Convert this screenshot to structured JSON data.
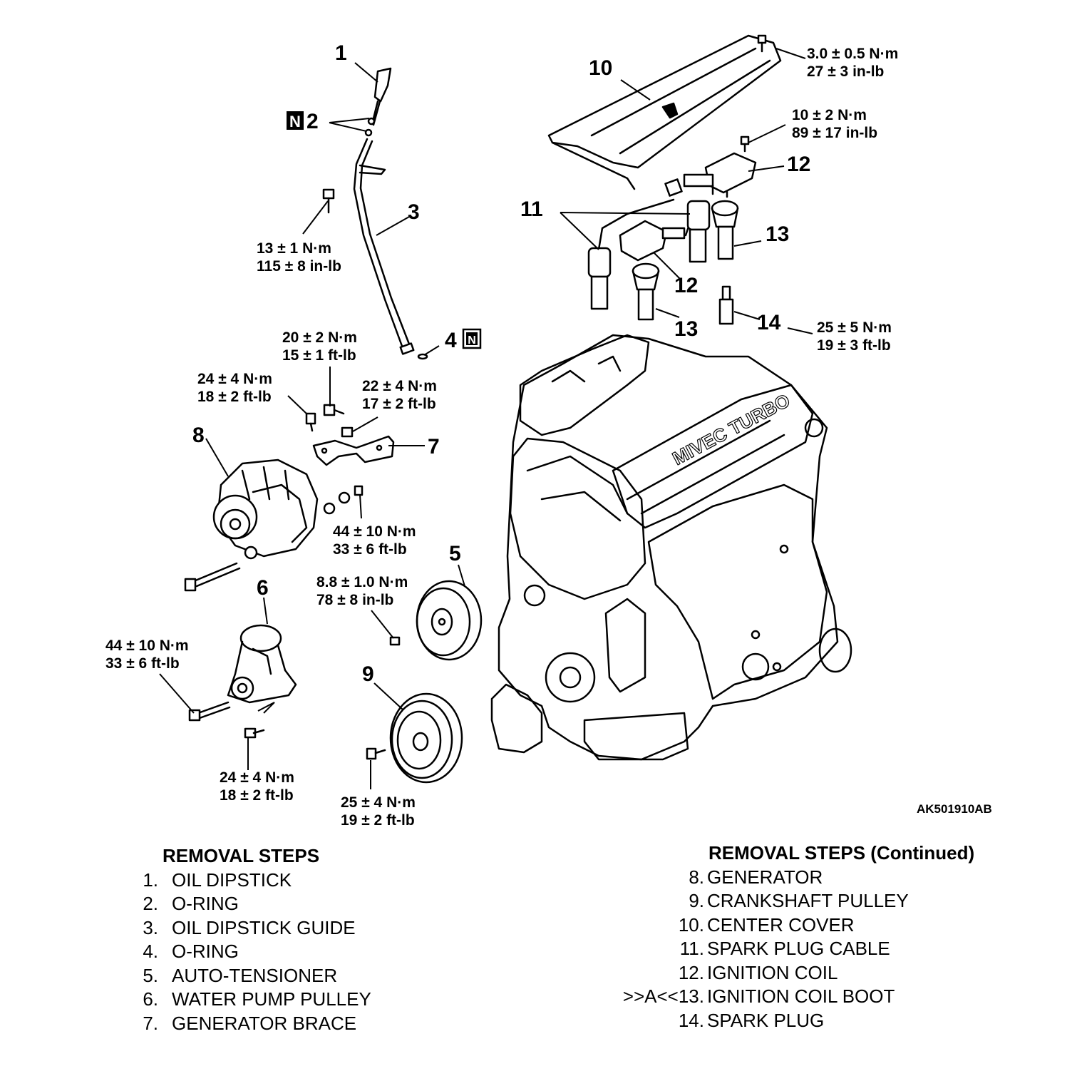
{
  "callouts": {
    "c1": "1",
    "c2": "2",
    "c3": "3",
    "c4": "4",
    "c5": "5",
    "c6": "6",
    "c7": "7",
    "c8": "8",
    "c9": "9",
    "c10": "10",
    "c11": "11",
    "c12a": "12",
    "c12b": "12",
    "c13a": "13",
    "c13b": "13",
    "c14": "14",
    "n_mark": "N"
  },
  "torques": {
    "t_cover": [
      "3.0 ± 0.5 N·m",
      "27 ± 3 in-lb"
    ],
    "t_coil": [
      "10 ± 2 N·m",
      "89 ± 17 in-lb"
    ],
    "t_guide": [
      "13 ± 1 N·m",
      "115 ± 8 in-lb"
    ],
    "t_plug": [
      "25 ± 5 N·m",
      "19 ± 3 ft-lb"
    ],
    "t_brace_top": [
      "20 ± 2 N·m",
      "15 ± 1 ft-lb"
    ],
    "t_brace_left": [
      "24 ± 4 N·m",
      "18 ± 2 ft-lb"
    ],
    "t_brace_right": [
      "22 ± 4 N·m",
      "17 ± 2 ft-lb"
    ],
    "t_gen_nut": [
      "44 ± 10 N·m",
      "33 ± 6 ft-lb"
    ],
    "t_pump": [
      "8.8 ± 1.0 N·m",
      "78 ± 8 in-lb"
    ],
    "t_tens_left": [
      "44 ± 10 N·m",
      "33 ± 6 ft-lb"
    ],
    "t_tens_bottom": [
      "24 ± 4 N·m",
      "18 ± 2 ft-lb"
    ],
    "t_crank": [
      "25 ± 4 N·m",
      "19 ± 2 ft-lb"
    ]
  },
  "figure_id": "AK501910AB",
  "engine_label": "MIVEC TURBO",
  "removal_steps": {
    "heading": "REMOVAL STEPS",
    "items": [
      {
        "num": "1.",
        "text": "OIL DIPSTICK"
      },
      {
        "num": "2.",
        "text": "O-RING"
      },
      {
        "num": "3.",
        "text": "OIL DIPSTICK GUIDE"
      },
      {
        "num": "4.",
        "text": "O-RING"
      },
      {
        "num": "5.",
        "text": "AUTO-TENSIONER"
      },
      {
        "num": "6.",
        "text": "WATER PUMP PULLEY"
      },
      {
        "num": "7.",
        "text": "GENERATOR BRACE"
      }
    ]
  },
  "removal_steps_continued": {
    "heading": "REMOVAL STEPS (Continued)",
    "items": [
      {
        "num": "8.",
        "text": "GENERATOR"
      },
      {
        "num": "9.",
        "text": "CRANKSHAFT PULLEY"
      },
      {
        "num": "10.",
        "text": "CENTER COVER"
      },
      {
        "num": "11.",
        "text": "SPARK PLUG CABLE"
      },
      {
        "num": "12.",
        "text": "IGNITION COIL"
      },
      {
        "num": ">>A<<13.",
        "text": "IGNITION COIL BOOT"
      },
      {
        "num": "14.",
        "text": "SPARK PLUG"
      }
    ]
  }
}
